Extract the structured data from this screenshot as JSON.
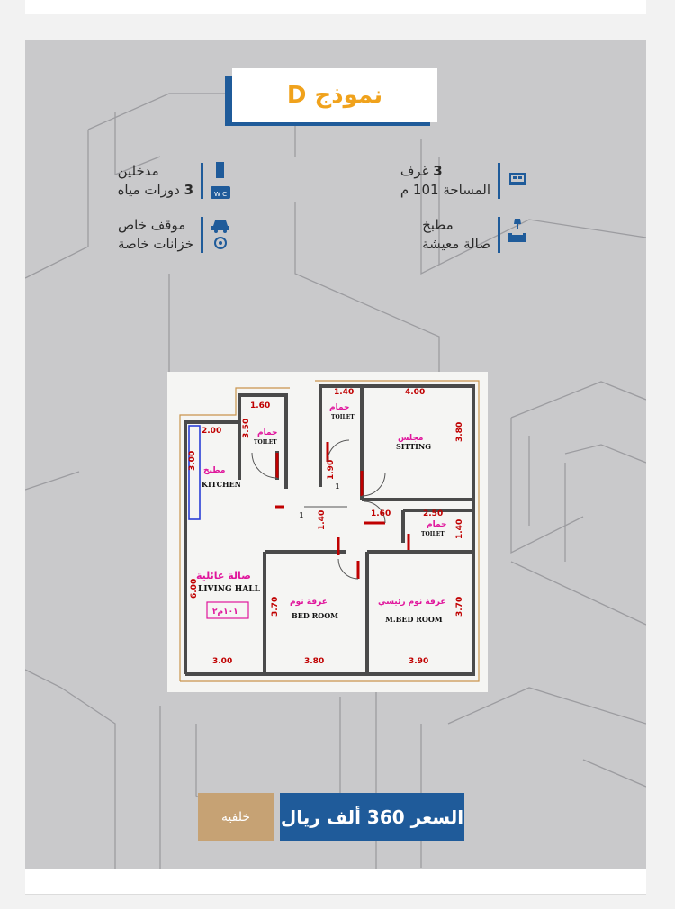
{
  "title": "نموذج D",
  "features": {
    "rooms_count": "3",
    "rooms_label": "غرف",
    "area": "المساحة 101 م",
    "kitchen": "مطبخ",
    "living": "صالة معيشة",
    "entrances": "مدخلين",
    "bathrooms_count": "3",
    "bathrooms_label": "دورات مياه",
    "wc_icon_text": "W C",
    "parking": "موقف خاص",
    "tanks": "خزانات خاصة"
  },
  "floor_plan": {
    "dims": [
      "1.60",
      "2.00",
      "3.50",
      "3.00",
      "1.40",
      "4.00",
      "3.80",
      "1.90",
      "1.40",
      "1.60",
      "2.50",
      "1.40",
      "6.00",
      "3.70",
      "3.70",
      "3.00",
      "3.80",
      "3.90"
    ],
    "rooms": {
      "bath1_ar": "حمام",
      "bath1_en": "TOILET",
      "bath2_ar": "حمام",
      "bath2_en": "TOILET",
      "bath3_ar": "حمام",
      "bath3_en": "TOILET",
      "kitchen_ar": "مطبخ",
      "kitchen_en": "KITCHEN",
      "sitting_ar": "مجلس",
      "sitting_en": "SITTING",
      "living_ar": "صالة عائلية",
      "living_en": "LIVING HALL",
      "area_tag": "١٠١م٢",
      "bed_ar": "غرفة نوم",
      "bed_en": "BED ROOM",
      "mbed_ar": "غرفة نوم رئيسي",
      "mbed_en": "M.BED ROOM",
      "door_no1": "1",
      "door_no2": "1"
    }
  },
  "buttons": {
    "price": "السعر 360 ألف ريال",
    "back": "خلفية"
  },
  "colors": {
    "accent": "#1f5b9a",
    "title": "#f0a21c",
    "back_button": "#c6a274",
    "dimension": "#c00000",
    "room_label": "#e0169c"
  }
}
